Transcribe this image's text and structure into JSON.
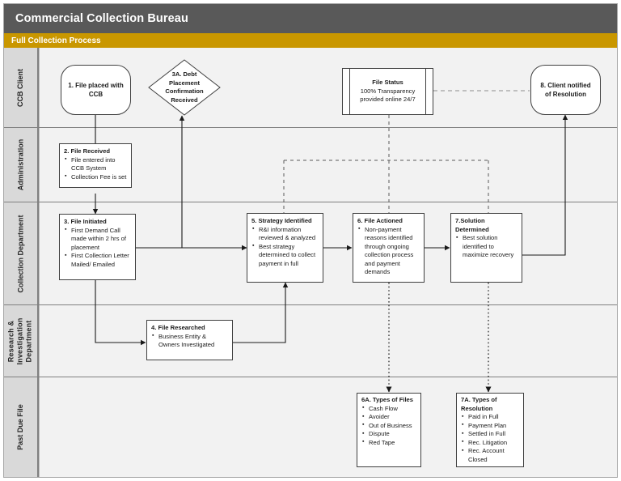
{
  "header": {
    "title": "Commercial Collection Bureau",
    "subtitle": "Full Collection Process",
    "title_bg": "#595959",
    "subtitle_bg": "#c99700"
  },
  "lanes": [
    {
      "id": "ccb-client",
      "label": "CCB Client"
    },
    {
      "id": "administration",
      "label": "Administration"
    },
    {
      "id": "collection-department",
      "label": "Collection Department"
    },
    {
      "id": "research-investigation-department",
      "label": "Research & Investigation Department"
    },
    {
      "id": "past-due-file",
      "label": "Past Due File"
    }
  ],
  "nodes": {
    "n1": {
      "id": "1",
      "title": "1. File placed with CCB",
      "shape": "rounded",
      "lane": "ccb-client"
    },
    "n3a": {
      "id": "3A",
      "title": "3A. Debt",
      "line2": "Placement",
      "line3": "Confirmation",
      "line4": "Received",
      "shape": "diamond",
      "lane": "ccb-client"
    },
    "file_status": {
      "title": "File Status",
      "line2": "100% Transparency",
      "line3": "provided online 24/7",
      "shape": "predefined-process",
      "lane": "ccb-client"
    },
    "n8": {
      "id": "8",
      "title": "8. Client notified of Resolution",
      "shape": "rounded",
      "lane": "ccb-client"
    },
    "n2": {
      "id": "2",
      "title": "2. File Received",
      "bullets": [
        "File entered into CCB System",
        "Collection Fee is set"
      ],
      "shape": "process",
      "lane": "administration"
    },
    "n3": {
      "id": "3",
      "title": "3. File Initiated",
      "bullets": [
        "First Demand Call made within 2 hrs of placement",
        "First Collection Letter Mailed/ Emailed"
      ],
      "shape": "process",
      "lane": "collection-department"
    },
    "n5": {
      "id": "5",
      "title": "5. Strategy Identified",
      "bullets": [
        "R&I information reviewed & analyzed",
        "Best strategy determined to collect payment in full"
      ],
      "shape": "process",
      "lane": "collection-department"
    },
    "n6": {
      "id": "6",
      "title": "6. File Actioned",
      "bullets": [
        "Non-payment reasons identified through ongoing collection process and payment demands"
      ],
      "shape": "process",
      "lane": "collection-department"
    },
    "n7": {
      "id": "7",
      "title": "7.Solution Determined",
      "bullets": [
        "Best solution identified to maximize recovery"
      ],
      "shape": "process",
      "lane": "collection-department"
    },
    "n4": {
      "id": "4",
      "title": "4. File Researched",
      "bullets": [
        "Business Entity & Owners Investigated"
      ],
      "shape": "process",
      "lane": "research-investigation-department"
    },
    "n6a": {
      "id": "6A",
      "title": "6A. Types of Files",
      "bullets": [
        "Cash Flow",
        "Avoider",
        "Out of Business",
        "Dispute",
        "Red Tape"
      ],
      "shape": "process",
      "lane": "past-due-file"
    },
    "n7a": {
      "id": "7A",
      "title": "7A. Types of Resolution",
      "bullets": [
        "Paid in Full",
        "Payment Plan",
        "Settled in Full",
        "Rec. Litigation",
        "Rec. Account Closed"
      ],
      "shape": "process",
      "lane": "past-due-file"
    }
  },
  "connectors": [
    {
      "name": "c1-to-2",
      "from": "1",
      "to": "2",
      "style": "solid"
    },
    {
      "name": "c2-to-3",
      "from": "2",
      "to": "3",
      "style": "solid"
    },
    {
      "name": "c3-to-3a",
      "from": "3",
      "to": "3A",
      "style": "solid"
    },
    {
      "name": "c3-to-4",
      "from": "3",
      "to": "4",
      "style": "solid"
    },
    {
      "name": "c4-to-5",
      "from": "4",
      "to": "5",
      "style": "solid"
    },
    {
      "name": "c3-to-5",
      "from": "3",
      "to": "5",
      "style": "solid"
    },
    {
      "name": "c5-to-6",
      "from": "5",
      "to": "6",
      "style": "solid"
    },
    {
      "name": "c6-to-7",
      "from": "6",
      "to": "7",
      "style": "solid"
    },
    {
      "name": "c7-to-8",
      "from": "7",
      "to": "8",
      "style": "solid"
    },
    {
      "name": "c-filestatus-to-8",
      "from": "File Status",
      "to": "8",
      "style": "dashed"
    },
    {
      "name": "c-filestatus-to-5-6-7",
      "from": "File Status",
      "to": "5,6,7",
      "style": "dashed"
    },
    {
      "name": "c6-to-6a",
      "from": "6",
      "to": "6A",
      "style": "dotted"
    },
    {
      "name": "c7-to-7a",
      "from": "7",
      "to": "7A",
      "style": "dotted"
    }
  ]
}
